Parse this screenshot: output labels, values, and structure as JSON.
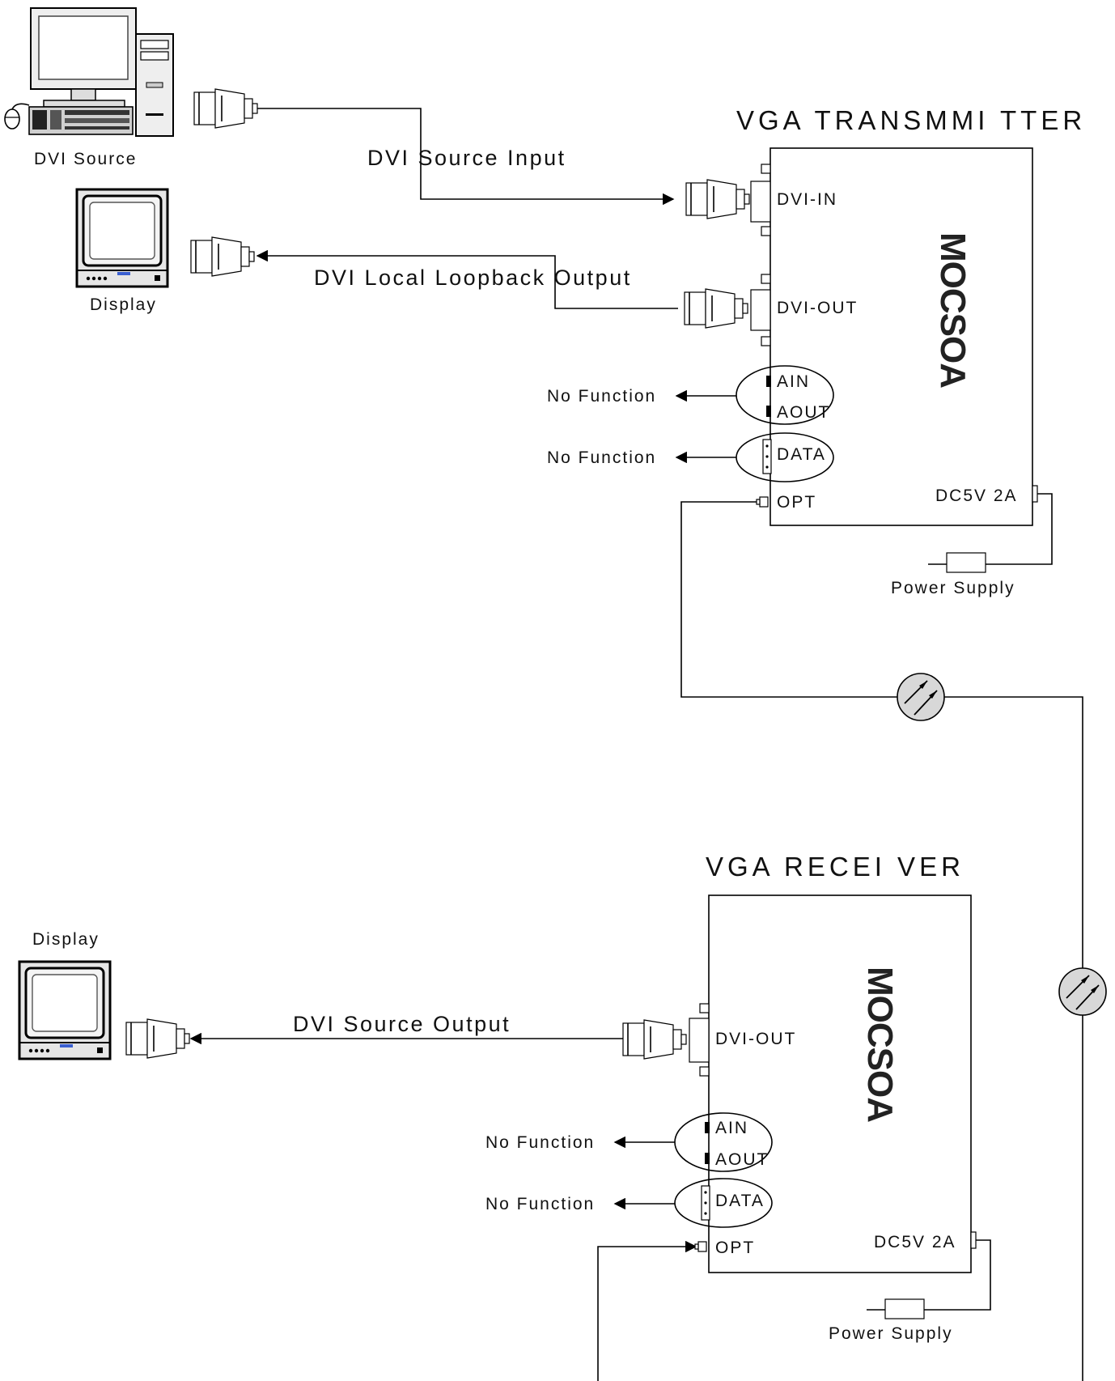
{
  "transmitter": {
    "title": "VGA  TRANSMMI TTER",
    "brand_mark": "MOCSOA",
    "ports": {
      "dvi_in": "DVI-IN",
      "dvi_out": "DVI-OUT",
      "ain": "AIN",
      "aout": "AOUT",
      "data": "DATA",
      "opt": "OPT",
      "power": "DC5V 2A"
    },
    "no_function_audio": "No Function",
    "no_function_data": "No Function",
    "power_supply": "Power Supply"
  },
  "receiver": {
    "title": "VGA  RECEI VER",
    "brand_mark": "MOCSOA",
    "ports": {
      "dvi_out": "DVI-OUT",
      "ain": "AIN",
      "aout": "AOUT",
      "data": "DATA",
      "opt": "OPT",
      "power": "DC5V 2A"
    },
    "no_function_audio": "No Function",
    "no_function_data": "No Function",
    "power_supply": "Power Supply"
  },
  "devices": {
    "dvi_source": "DVI Source",
    "display_top": "Display",
    "display_bottom": "Display"
  },
  "links": {
    "source_input": "DVI  Source Input",
    "loopback_output": "DVI  Local Loopback  Output",
    "source_output": "DVI  Source Output"
  },
  "colors": {
    "line": "#000000",
    "fiber_fill": "#d8d8d8",
    "monitor_case": "#e6e6e6",
    "device_accent": "#3a5fd0"
  }
}
